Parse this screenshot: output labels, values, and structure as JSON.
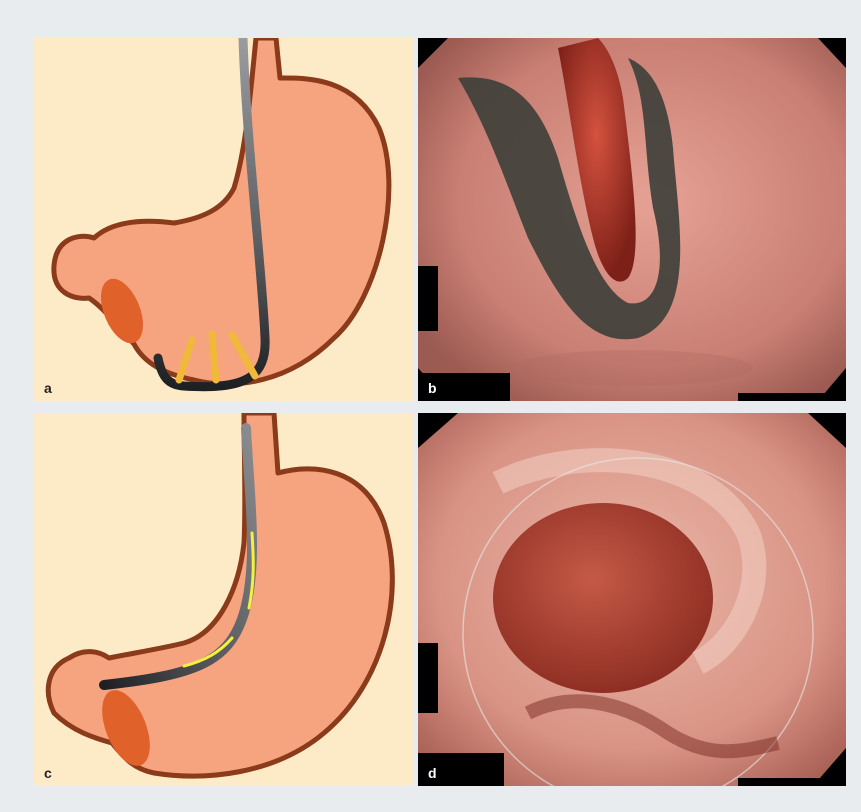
{
  "figure": {
    "panels": [
      {
        "id": "a",
        "label": "a",
        "kind": "illustration"
      },
      {
        "id": "b",
        "label": "b",
        "kind": "endoscopic-photo"
      },
      {
        "id": "c",
        "label": "c",
        "kind": "illustration"
      },
      {
        "id": "d",
        "label": "d",
        "kind": "endoscopic-photo"
      }
    ]
  },
  "colors": {
    "background": "#e9ecef",
    "illustration_bg": "#fdebc8",
    "stomach_fill": "#f6a37f",
    "stomach_outline": "#8b3a1a",
    "pylorus_mass": "#e0622a",
    "endoscope_dark": "#2a2b2e",
    "endoscope_light": "#9a9ca0",
    "arrow_yellow": "#f0b93a",
    "guide_line_yellow": "#f4f040",
    "mucosa_pink": "#d88a7e",
    "lumen_red": "#a93a2c",
    "necrotic_dark": "#3c3f38"
  }
}
